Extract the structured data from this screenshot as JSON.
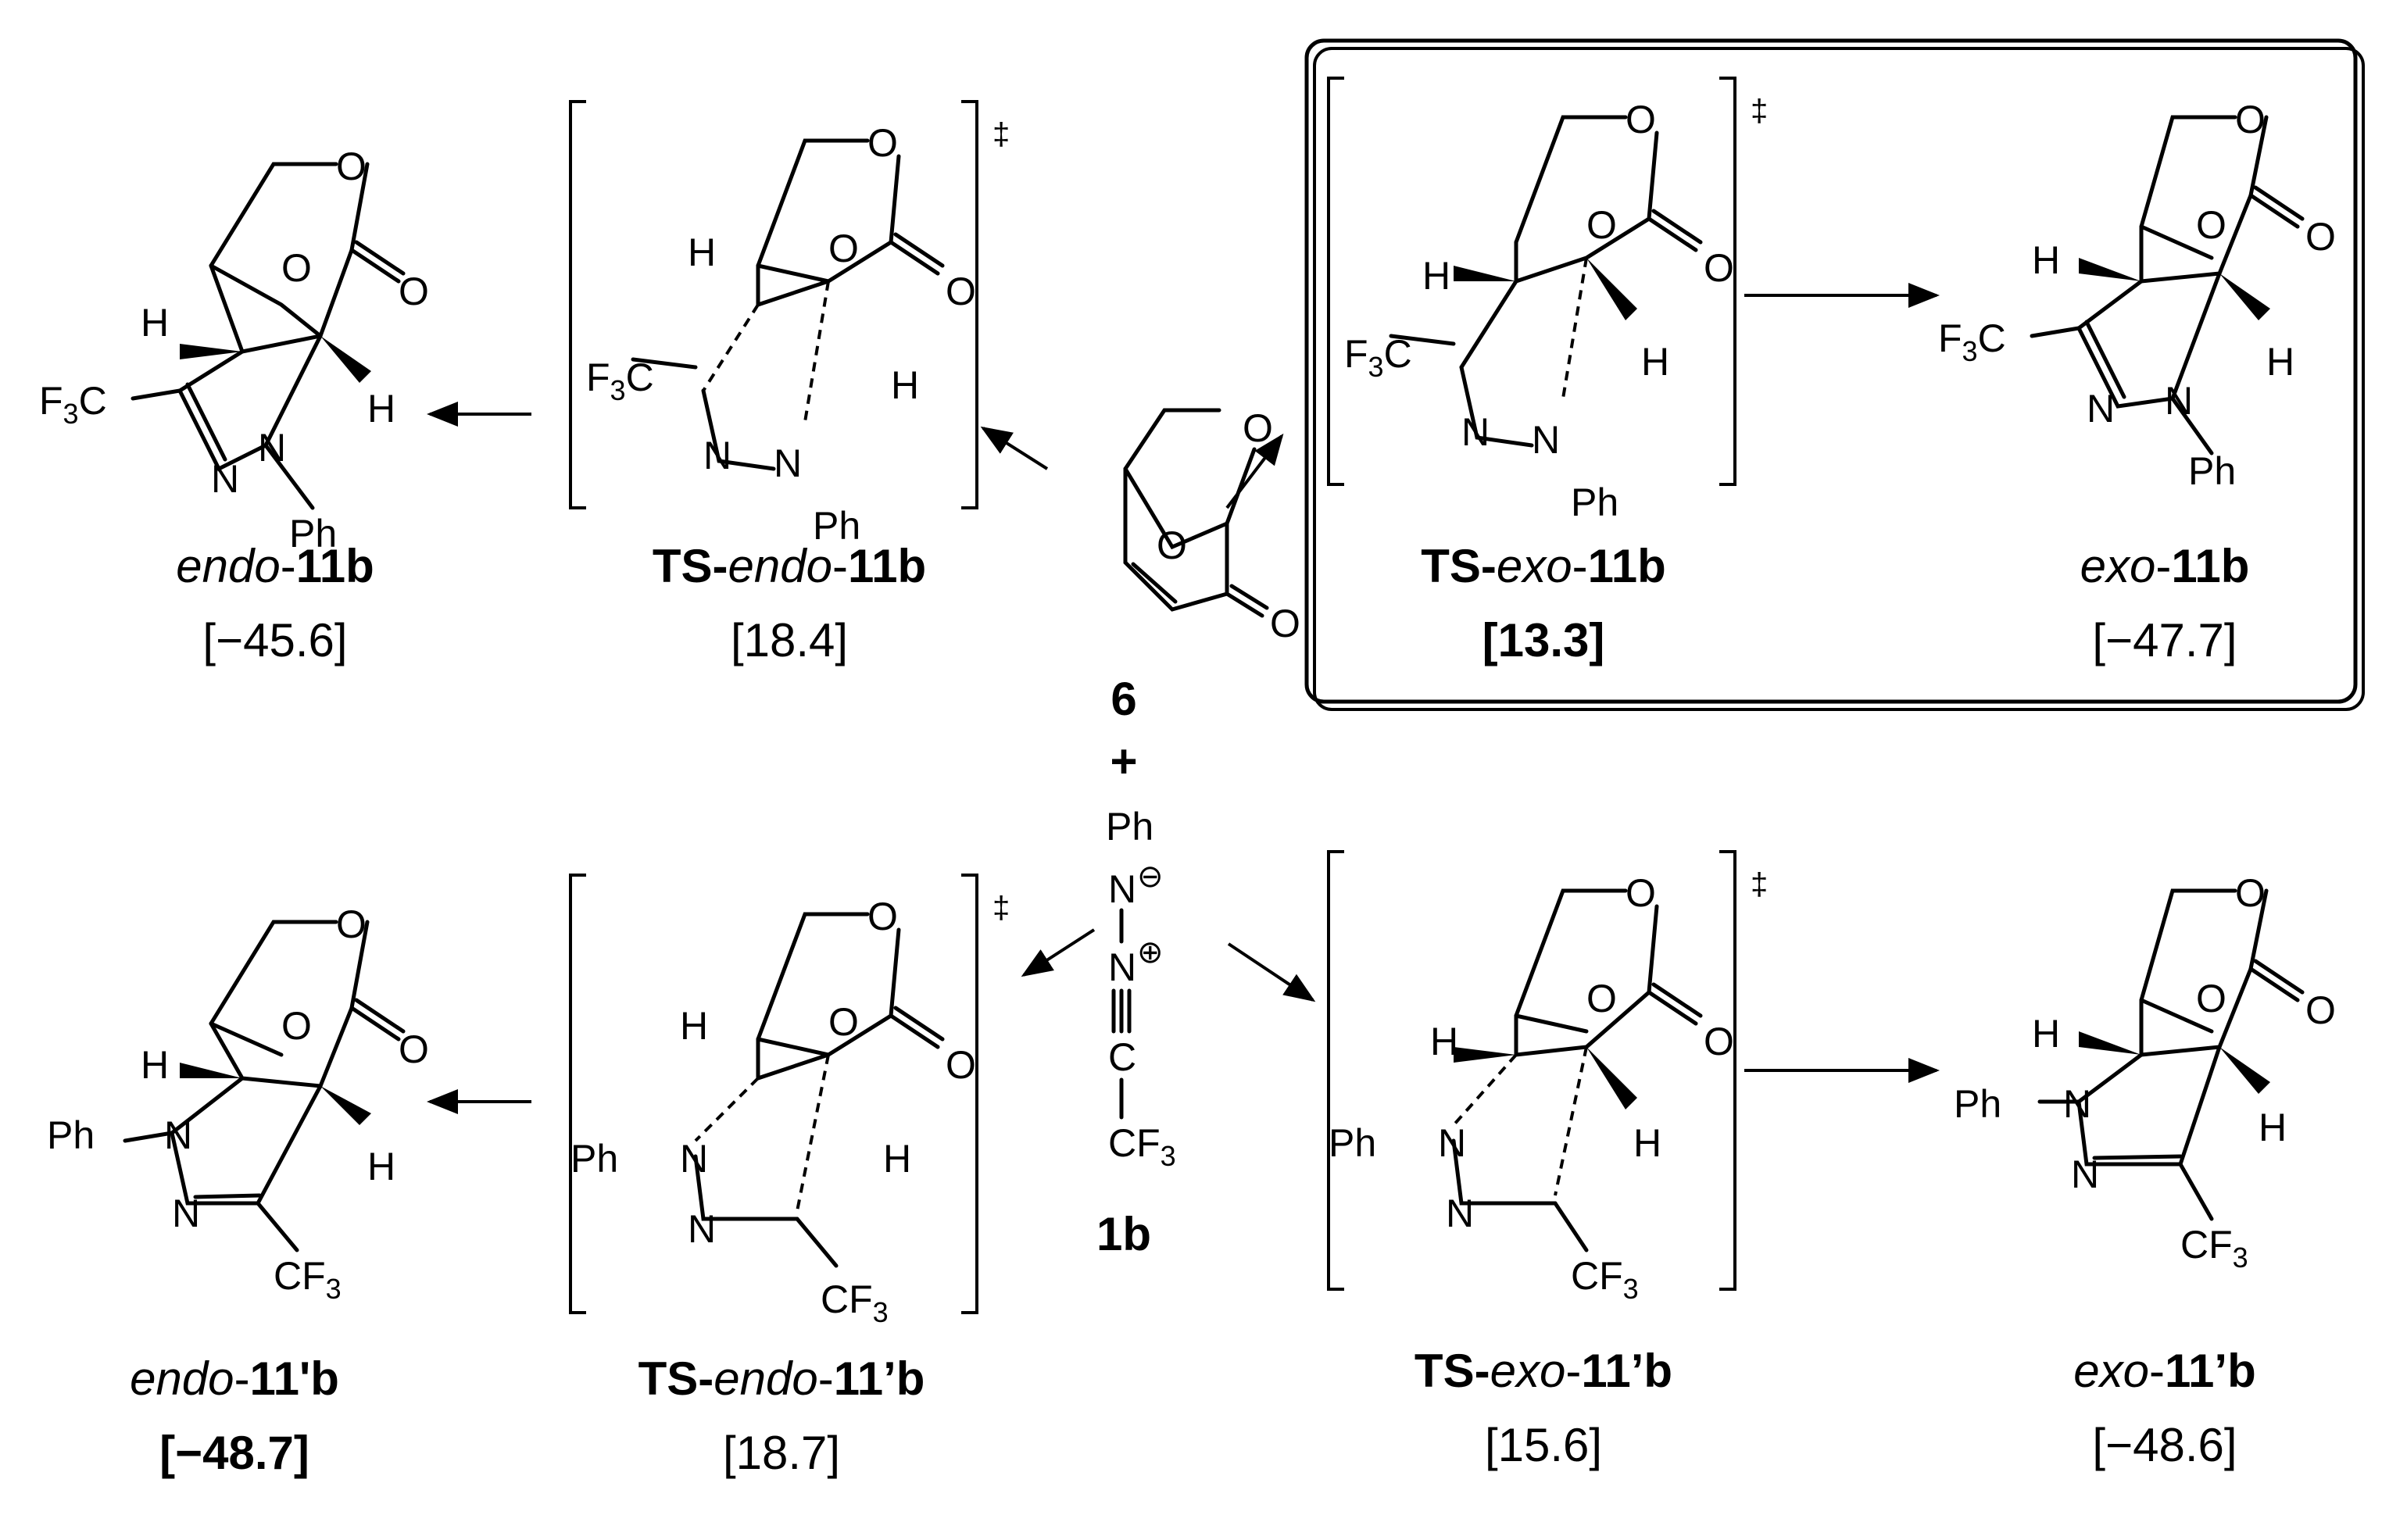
{
  "reactants": {
    "diene_label": "6",
    "plus": "+",
    "dipole_label": "1b"
  },
  "atoms": {
    "O": "O",
    "H": "H",
    "N": "N",
    "C": "C",
    "Ph": "Ph",
    "F": "F",
    "sub3": "3",
    "minus": "⊖",
    "plus_charge": "⊕",
    "dagger": "‡"
  },
  "compounds": [
    {
      "id": "endo-11b",
      "prefix": "",
      "stereo": "endo",
      "sep": "-",
      "num": "11b",
      "energy": "[−45.6]",
      "energy_bold": false
    },
    {
      "id": "TS-endo-11b",
      "prefix": "TS",
      "stereo": "endo",
      "sep": "-",
      "num": "11b",
      "energy": "[18.4]",
      "energy_bold": false
    },
    {
      "id": "TS-exo-11b",
      "prefix": "TS",
      "stereo": "exo",
      "sep": "-",
      "num": "11b",
      "energy": "[13.3]",
      "energy_bold": true
    },
    {
      "id": "exo-11b",
      "prefix": "",
      "stereo": "exo",
      "sep": "-",
      "num": "11b",
      "energy": "[−47.7]",
      "energy_bold": false
    },
    {
      "id": "endo-11'b",
      "prefix": "",
      "stereo": "endo",
      "sep": "-",
      "num": "11'b",
      "energy": "[−48.7]",
      "energy_bold": true
    },
    {
      "id": "TS-endo-11'b",
      "prefix": "TS",
      "stereo": "endo",
      "sep": "-",
      "num": "11’b",
      "energy": "[18.7]",
      "energy_bold": false
    },
    {
      "id": "TS-exo-11'b",
      "prefix": "TS",
      "stereo": "exo",
      "sep": "-",
      "num": "11’b",
      "energy": "[15.6]",
      "energy_bold": false
    },
    {
      "id": "exo-11'b",
      "prefix": "",
      "stereo": "exo",
      "sep": "-",
      "num": "11’b",
      "energy": "[−48.6]",
      "energy_bold": false
    }
  ]
}
